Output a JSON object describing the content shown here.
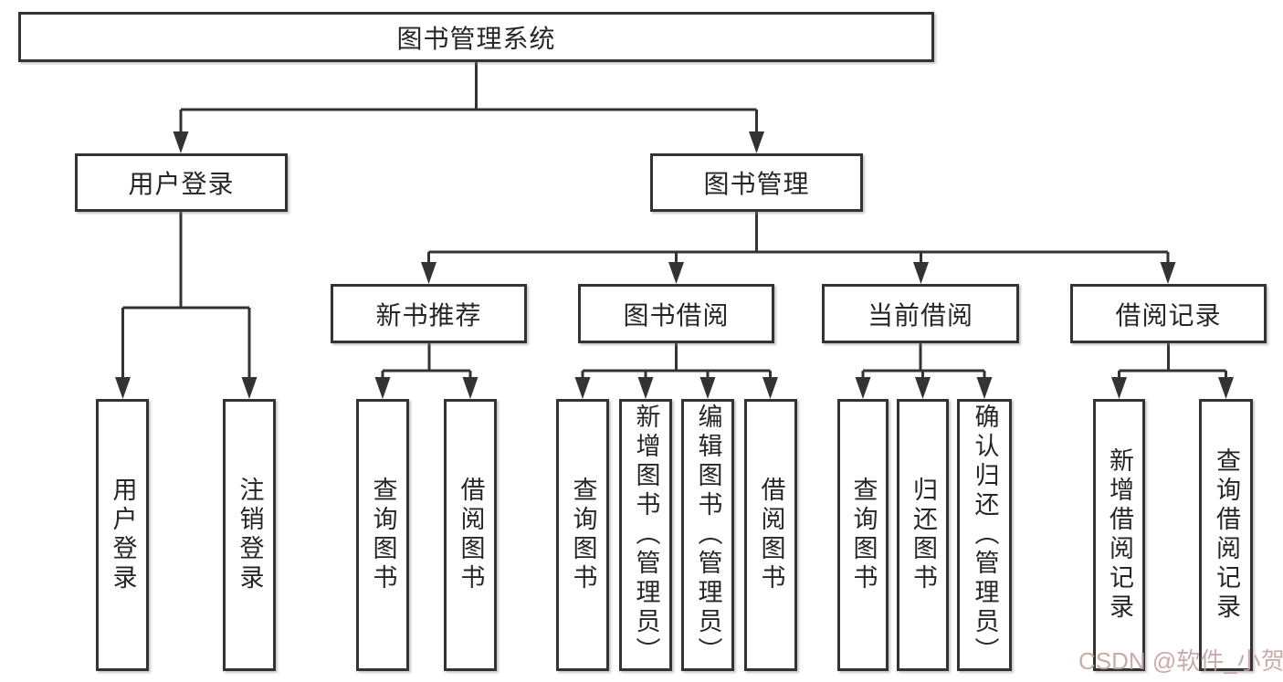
{
  "diagram": {
    "title": "图书管理系统",
    "tree": {
      "label": "图书管理系统",
      "children": [
        {
          "label": "用户登录",
          "children": [
            {
              "label": "用户登录"
            },
            {
              "label": "注销登录"
            }
          ]
        },
        {
          "label": "图书管理",
          "children": [
            {
              "label": "新书推荐",
              "children": [
                {
                  "label": "查询图书"
                },
                {
                  "label": "借阅图书"
                }
              ]
            },
            {
              "label": "图书借阅",
              "children": [
                {
                  "label": "查询图书"
                },
                {
                  "label": "新增图书（管理员）"
                },
                {
                  "label": "编辑图书（管理员）"
                },
                {
                  "label": "借阅图书"
                }
              ]
            },
            {
              "label": "当前借阅",
              "children": [
                {
                  "label": "查询图书"
                },
                {
                  "label": "归还图书"
                },
                {
                  "label": "确认归还（管理员）"
                }
              ]
            },
            {
              "label": "借阅记录",
              "children": [
                {
                  "label": "新增借阅记录"
                },
                {
                  "label": "查询借阅记录"
                }
              ]
            }
          ]
        }
      ]
    },
    "colors": {
      "line": "#333333",
      "text": "#262626",
      "background": "#ffffff"
    }
  },
  "watermark": {
    "text": "CSDN @软件_小贺同学"
  }
}
